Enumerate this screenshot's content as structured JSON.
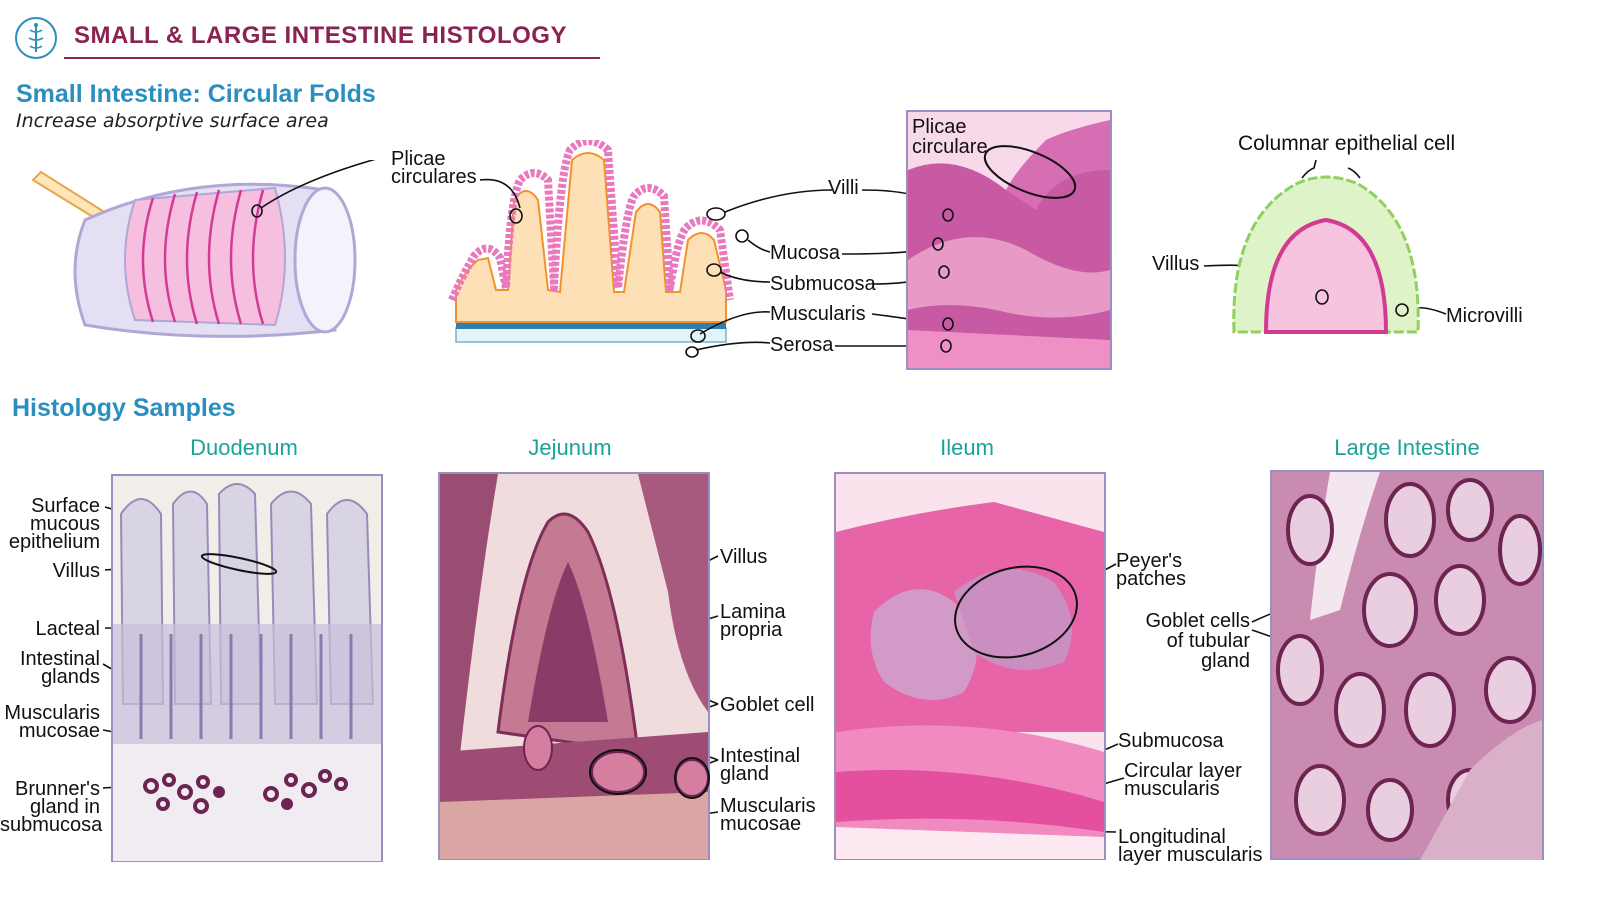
{
  "header": {
    "title": "SMALL & LARGE INTESTINE HISTOLOGY",
    "logo_icon": "caduceus-icon"
  },
  "circular_folds": {
    "heading": "Small Intestine: Circular Folds",
    "subheading": "Increase absorptive surface area",
    "tube_label_1": "Plicae",
    "tube_label_2": "circulares",
    "layer_labels": {
      "villi": "Villi",
      "mucosa": "Mucosa",
      "submucosa": "Submucosa",
      "muscularis": "Muscularis",
      "serosa": "Serosa"
    },
    "micrograph_label_1": "Plicae",
    "micrograph_label_2": "circulare",
    "villus_diagram": {
      "top_label": "Columnar epithelial cell",
      "left_label": "Villus",
      "right_label": "Microvilli"
    }
  },
  "histology": {
    "heading": "Histology Samples",
    "panels": {
      "duodenum": {
        "title": "Duodenum",
        "labels": {
          "surface_1": "Surface",
          "surface_2": "mucous",
          "surface_3": "epithelium",
          "villus": "Villus",
          "lacteal": "Lacteal",
          "glands_1": "Intestinal",
          "glands_2": "glands",
          "musc_1": "Muscularis",
          "musc_2": "mucosae",
          "brunner_1": "Brunner's",
          "brunner_2": "gland in",
          "brunner_3": "submucosa"
        }
      },
      "jejunum": {
        "title": "Jejunum",
        "labels": {
          "villus": "Villus",
          "lamina_1": "Lamina",
          "lamina_2": "propria",
          "goblet": "Goblet cell",
          "gland_1": "Intestinal",
          "gland_2": "gland",
          "musc_1": "Muscularis",
          "musc_2": "mucosae"
        }
      },
      "ileum": {
        "title": "Ileum",
        "labels": {
          "peyer_1": "Peyer's",
          "peyer_2": "patches",
          "submucosa": "Submucosa",
          "circ_1": "Circular layer",
          "circ_2": "muscularis",
          "long_1": "Longitudinal",
          "long_2": "layer muscularis"
        }
      },
      "large": {
        "title": "Large Intestine",
        "labels": {
          "goblet_1": "Goblet cells",
          "goblet_2": "of tubular",
          "goblet_3": "gland"
        }
      }
    }
  },
  "colors": {
    "title": "#8a2352",
    "heading": "#2a8fbf",
    "panel_title": "#1aa39a",
    "tissue_pink": "#d85aa8",
    "frame": "#9a8fc0"
  }
}
